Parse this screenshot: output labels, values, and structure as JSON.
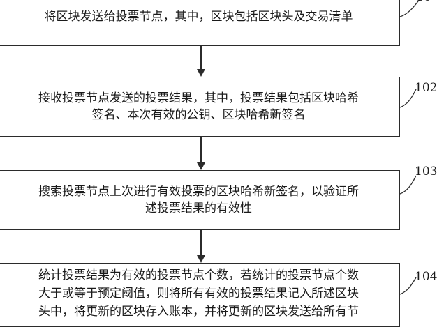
{
  "steps": [
    {
      "id": "101",
      "label": "10",
      "lines": [
        "将区块发送给投票节点，其中，区块包括区块头及交易清单"
      ]
    },
    {
      "id": "102",
      "label": "102",
      "lines": [
        "接收投票节点发送的投票结果，其中，投票结果包括区块哈希",
        "签名、本次有效的公钥、区块哈希新签名"
      ]
    },
    {
      "id": "103",
      "label": "103",
      "lines": [
        "搜索投票节点上次进行有效投票的区块哈希新签名，以验证所",
        "述投票结果的有效性"
      ]
    },
    {
      "id": "104",
      "label": "104",
      "lines": [
        "统计投票结果为有效的投票节点个数，若统计的投票节点个数",
        "大于或等于预定阈值，则将所有有效的投票结果记入所述区块",
        "头中，将更新的区块存入账本，并将更新的区块发送给所有节"
      ]
    }
  ],
  "colors": {
    "stroke": "#2b2b2b",
    "text": "#1a1a1a",
    "background": "#ffffff"
  }
}
